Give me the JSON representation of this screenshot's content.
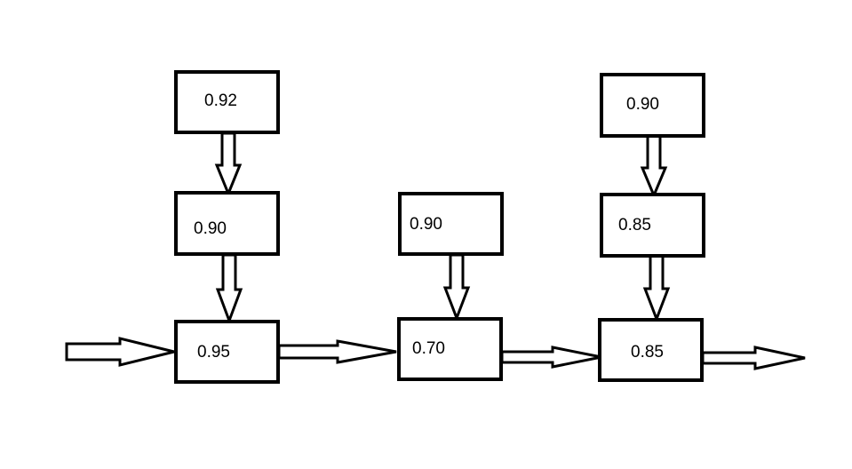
{
  "diagram": {
    "nodes": [
      {
        "id": "a1",
        "value": "0.92"
      },
      {
        "id": "a2",
        "value": "0.90"
      },
      {
        "id": "a3",
        "value": "0.95"
      },
      {
        "id": "b1",
        "value": "0.90"
      },
      {
        "id": "b2",
        "value": "0.70"
      },
      {
        "id": "c1",
        "value": "0.90"
      },
      {
        "id": "c2",
        "value": "0.85"
      },
      {
        "id": "c3",
        "value": "0.85"
      }
    ],
    "edges": [
      {
        "from": "input",
        "to": "a3"
      },
      {
        "from": "a1",
        "to": "a2"
      },
      {
        "from": "a2",
        "to": "a3"
      },
      {
        "from": "a3",
        "to": "b2"
      },
      {
        "from": "b1",
        "to": "b2"
      },
      {
        "from": "b2",
        "to": "c3"
      },
      {
        "from": "c1",
        "to": "c2"
      },
      {
        "from": "c2",
        "to": "c3"
      },
      {
        "from": "c3",
        "to": "output"
      }
    ],
    "colors": {
      "stroke": "#000000",
      "fill": "#ffffff"
    }
  }
}
